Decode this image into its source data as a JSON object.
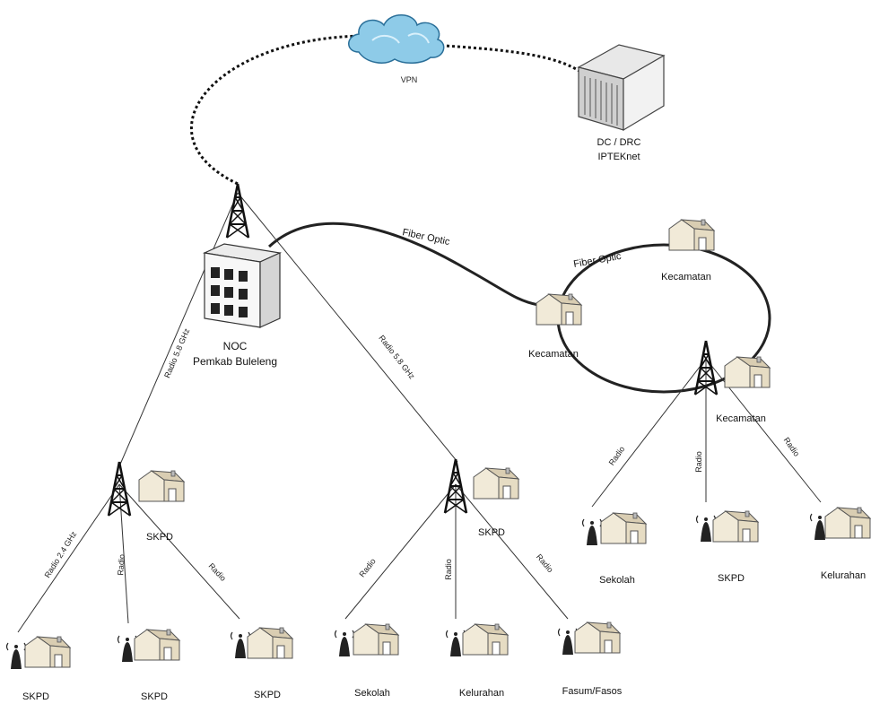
{
  "cloud": {
    "label": "VPN"
  },
  "datacenter": {
    "line1": "DC / DRC",
    "line2": "IPTEKnet"
  },
  "noc": {
    "line1": "NOC",
    "line2": "Pemkab Buleleng"
  },
  "links": {
    "fiber_optic_1": "Fiber Optic",
    "fiber_optic_2": "Fiber Optic",
    "radio_58_left": "Radio 5.8 GHz",
    "radio_58_right": "Radio 5.8 GHz",
    "radio_24": "Radio 2.4 GHz",
    "radio": "Radio"
  },
  "kecamatan": {
    "label": "Kecamatan"
  },
  "sites": {
    "skpd": "SKPD",
    "sekolah": "Sekolah",
    "kelurahan": "Kelurahan",
    "fasum": "Fasum/Fasos"
  }
}
